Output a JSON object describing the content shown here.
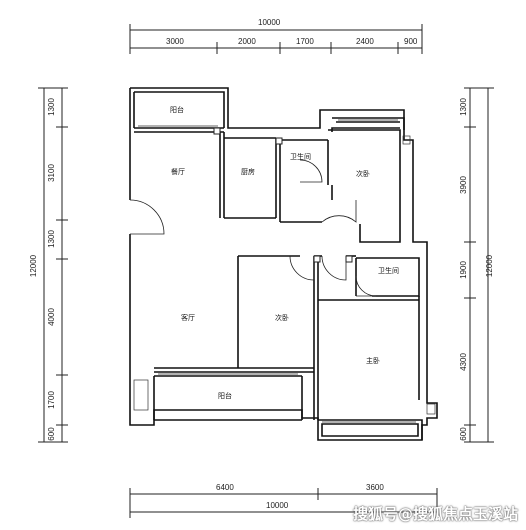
{
  "top_dims": {
    "total": "10000",
    "segments": [
      "3000",
      "2000",
      "1700",
      "2400",
      "900"
    ]
  },
  "bottom_dims": {
    "total": "10000",
    "segments": [
      "6400",
      "3600"
    ]
  },
  "left_dims": {
    "total": "12000",
    "segments": [
      "1300",
      "3100",
      "1300",
      "4000",
      "1700",
      "600"
    ]
  },
  "right_dims": {
    "total": "12000",
    "segments": [
      "1300",
      "3900",
      "1900",
      "4300",
      "600"
    ]
  },
  "rooms": {
    "balcony_top": "阳台",
    "dining": "餐厅",
    "kitchen": "厨房",
    "bathroom_1": "卫生间",
    "bedroom_2": "次卧",
    "bathroom_2": "卫生间",
    "living": "客厅",
    "bedroom_3": "次卧",
    "master": "主卧",
    "balcony_bottom": "阳台"
  },
  "watermark": "搜狐号@搜狐焦点玉溪站"
}
